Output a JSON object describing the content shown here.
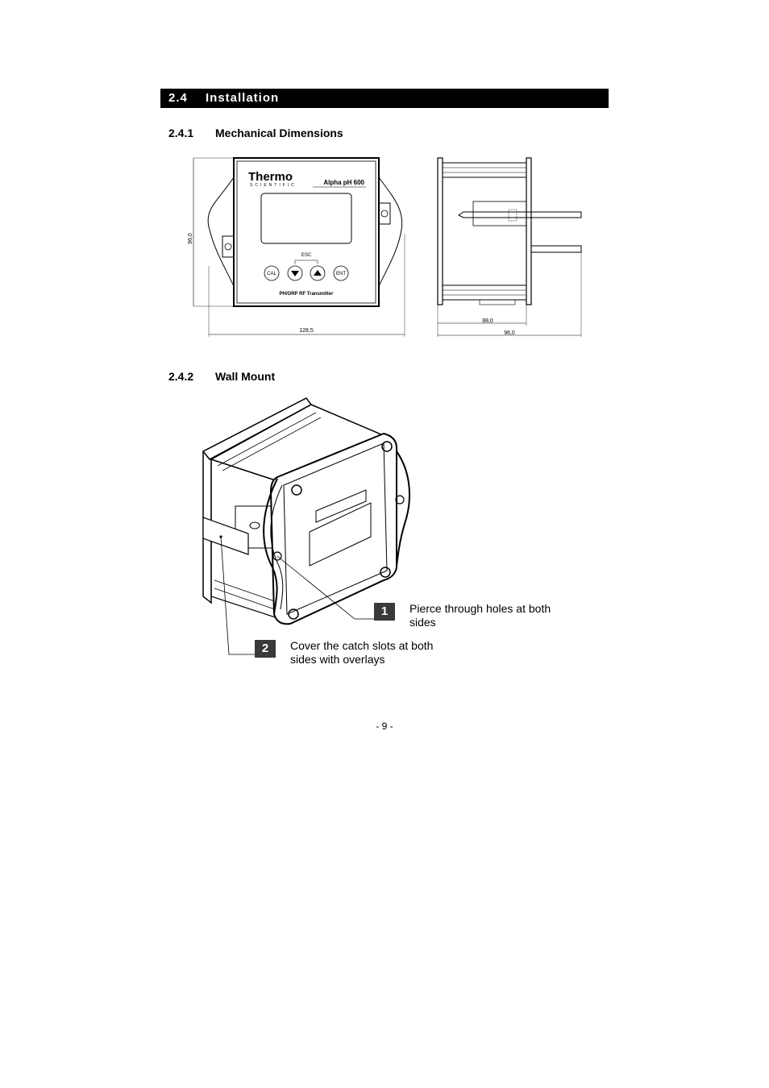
{
  "section": {
    "number": "2.4",
    "title": "Installation"
  },
  "subsections": [
    {
      "number": "2.4.1",
      "title": "Mechanical Dimensions"
    },
    {
      "number": "2.4.2",
      "title": "Wall Mount"
    }
  ],
  "front_view": {
    "brand": "Thermo",
    "brand_sub": "SCIENTIFIC",
    "model": "Alpha pH 600",
    "buttons": [
      "CAL",
      "ENT"
    ],
    "esc_label": "ESC",
    "footer_label": "PH/ORP RF Transmitter",
    "dim_height": "96,0",
    "dim_width": "128,5"
  },
  "side_view": {
    "dim_depth": "88,0",
    "dim_total": "96,0"
  },
  "callouts": [
    {
      "number": "1",
      "line1": "Pierce through holes at both",
      "line2": "sides"
    },
    {
      "number": "2",
      "line1": "Cover the catch slots at both",
      "line2": "sides with overlays"
    }
  ],
  "page_number": "- 9 -"
}
